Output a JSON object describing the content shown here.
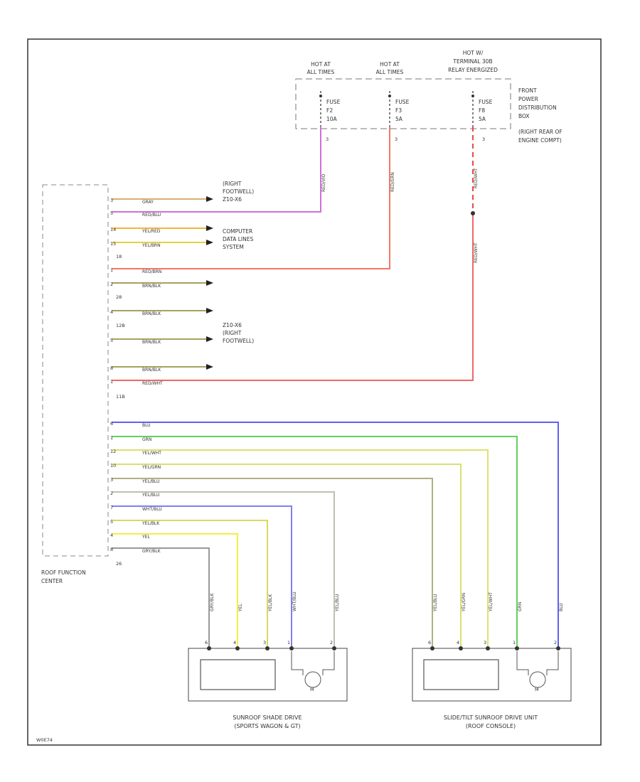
{
  "diagram": {
    "code": "W0E74",
    "fuse_box": {
      "hot1": [
        "HOT AT",
        "ALL TIMES"
      ],
      "hot2": [
        "HOT AT",
        "ALL TIMES"
      ],
      "hot3": [
        "HOT W/",
        "TERMINAL 30B",
        "RELAY ENERGIZED"
      ],
      "name": [
        "FRONT",
        "POWER",
        "DISTRIBUTION",
        "BOX",
        "(RIGHT REAR OF",
        "ENGINE COMPT)"
      ],
      "fuses": [
        {
          "label": "FUSE",
          "num": "F2",
          "amp": "10A",
          "pin": "3"
        },
        {
          "label": "FUSE",
          "num": "F3",
          "amp": "5A",
          "pin": "3"
        },
        {
          "label": "FUSE",
          "num": "F8",
          "amp": "5A",
          "pin": "3"
        }
      ]
    },
    "vertical_wire_labels": [
      "RED/VIO",
      "RED/GRN",
      "RED/WHT",
      "RED/WHT"
    ],
    "refs": {
      "right_footwell": [
        "(RIGHT",
        "FOOTWELL)",
        "Z10-X6"
      ],
      "computer_data_lines": [
        "COMPUTER",
        "DATA LINES",
        "SYSTEM"
      ],
      "z10_x6": [
        "Z10-X6",
        "(RIGHT",
        "FOOTWELL)"
      ]
    },
    "upper_wires": [
      {
        "pin": "3",
        "label": "GRAY"
      },
      {
        "pin": "5",
        "label": "RED/BLU"
      },
      {
        "pin": "14",
        "label": "YEL/RED"
      },
      {
        "pin": "15",
        "label": "YEL/BRN"
      },
      {
        "pin": "1",
        "label": "RED/BRN"
      },
      {
        "pin": "2",
        "label": "BRN/BLK"
      },
      {
        "pin": "4",
        "label": "BRN/BLK"
      },
      {
        "pin": "5",
        "label": "BRN/BLK"
      },
      {
        "pin": "8",
        "label": "BRN/BLK"
      },
      {
        "pin": "1",
        "label": "RED/WHT"
      }
    ],
    "connector_ids": [
      "18",
      "28",
      "12B",
      "11B",
      "26"
    ],
    "lower_wires": [
      {
        "pin": "6",
        "label": "BLU"
      },
      {
        "pin": "1",
        "label": "GRN"
      },
      {
        "pin": "12",
        "label": "YEL/WHT"
      },
      {
        "pin": "10",
        "label": "YEL/GRN"
      },
      {
        "pin": "3",
        "label": "YEL/BLU"
      },
      {
        "pin": "2",
        "label": "YEL/BLU"
      },
      {
        "pin": "7",
        "label": "WHT/BLU"
      },
      {
        "pin": "5",
        "label": "YEL/BLK"
      },
      {
        "pin": "4",
        "label": "YEL"
      },
      {
        "pin": "8",
        "label": "GRY/BLK"
      }
    ],
    "roof_function_center": [
      "ROOF FUNCTION",
      "CENTER"
    ],
    "shade_drive": {
      "name": [
        "SUNROOF SHADE DRIVE",
        "(SPORTS WAGON & GT)"
      ],
      "m_label": "M",
      "wire_labels": [
        "GRY/BLK",
        "YEL",
        "YEL/BLK",
        "WHT/BLU",
        "YEL/BLU"
      ],
      "pins": [
        "6",
        "4",
        "3",
        "1",
        "2"
      ]
    },
    "tilt_drive": {
      "name": [
        "SLIDE/TILT SUNROOF DRIVE UNIT",
        "(ROOF CONSOLE)"
      ],
      "m_label": "M",
      "wire_labels": [
        "YEL/BLU",
        "YEL/GRN",
        "YEL/WHT",
        "GRN",
        "BLU"
      ],
      "pins": [
        "6",
        "4",
        "3",
        "1",
        "2"
      ]
    }
  }
}
